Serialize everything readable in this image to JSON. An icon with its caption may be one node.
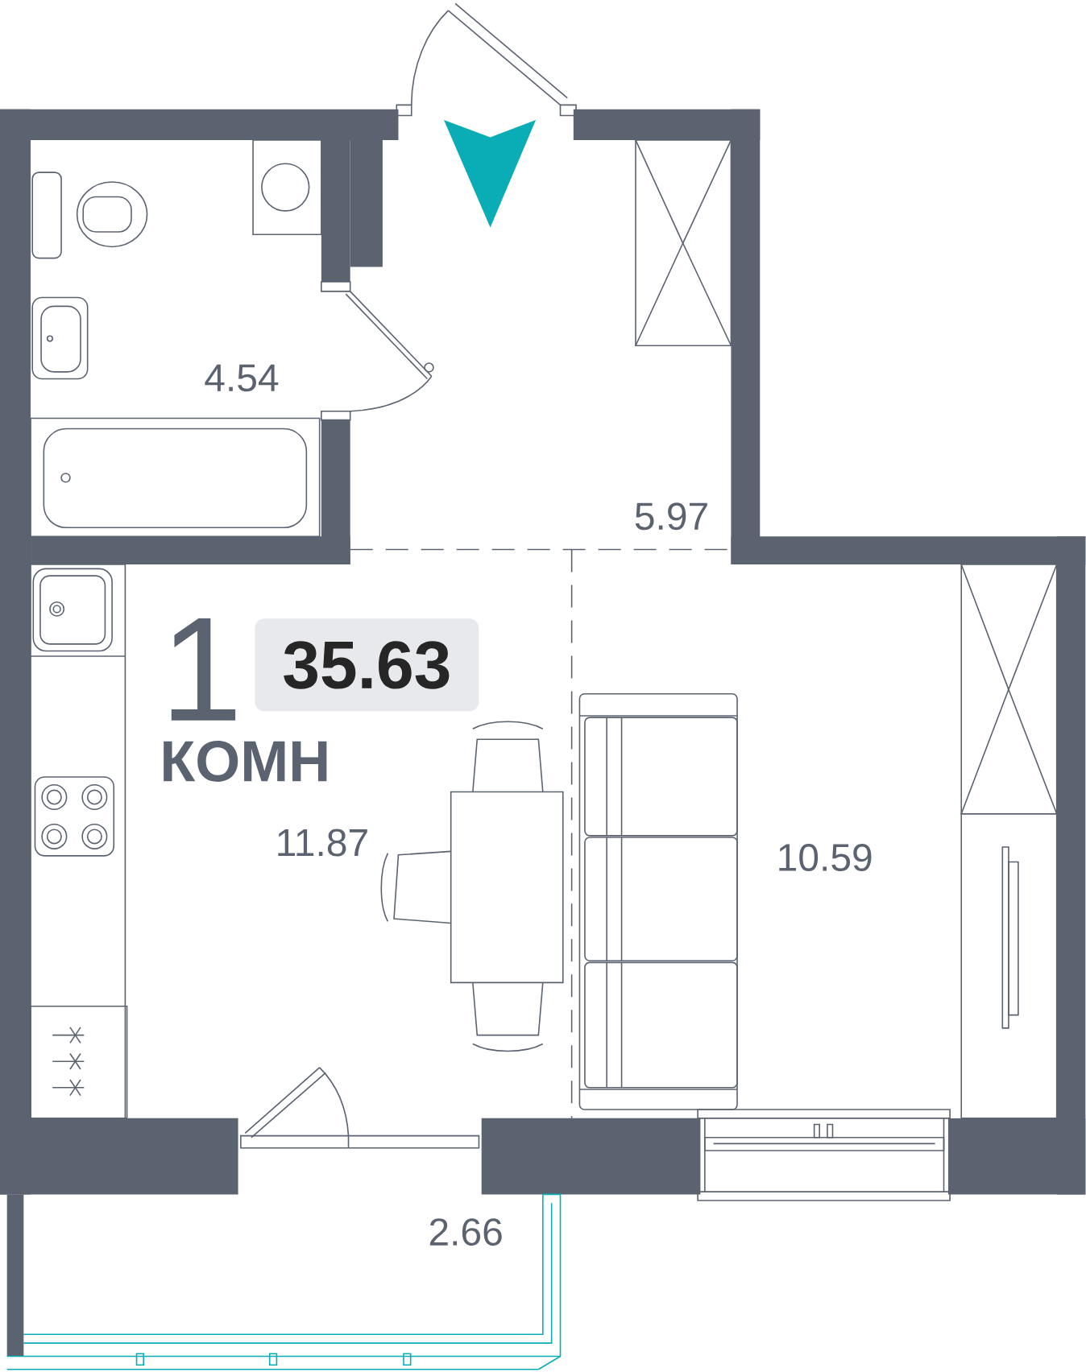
{
  "diagram": {
    "nodes": [
      {
        "text": [
          "35.63"
        ]
      }
    ],
    "labels": [
      "4.54",
      "5.97",
      "1",
      "КОМН",
      "11.87",
      "10.59",
      "2.66"
    ]
  }
}
